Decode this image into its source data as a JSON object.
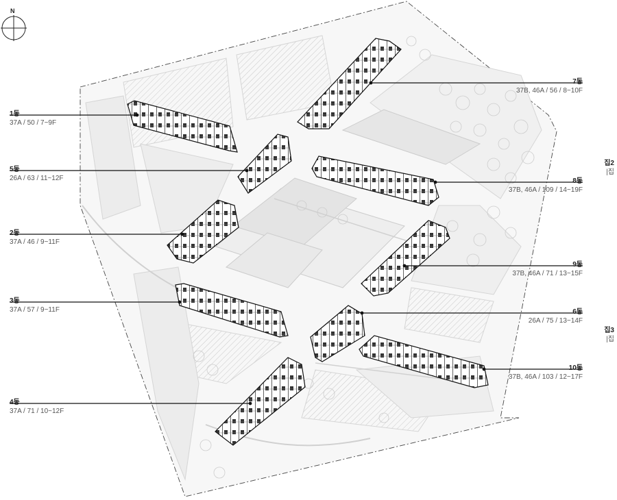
{
  "north": "N",
  "buildings": [
    {
      "id": "b1",
      "name": "1동",
      "info": "37A / 50 / 7~9F"
    },
    {
      "id": "b5",
      "name": "5동",
      "info": "26A / 63 / 11~12F"
    },
    {
      "id": "b2",
      "name": "2동",
      "info": "37A / 46 / 9~11F"
    },
    {
      "id": "b3",
      "name": "3동",
      "info": "37A / 57 / 9~11F"
    },
    {
      "id": "b4",
      "name": "4동",
      "info": "37A / 71 / 10~12F"
    },
    {
      "id": "b7",
      "name": "7동",
      "info": "37B, 46A / 56 / 8~10F"
    },
    {
      "id": "b8",
      "name": "8동",
      "info": "37B, 46A / 109 / 14~19F"
    },
    {
      "id": "b9",
      "name": "9동",
      "info": "37B, 46A / 71 / 13~15F"
    },
    {
      "id": "b6",
      "name": "6동",
      "info": "26A / 75 / 13~14F"
    },
    {
      "id": "b10",
      "name": "10동",
      "info": "37B, 46A / 103 / 12~17F"
    }
  ],
  "side_labels": [
    {
      "title": "집2",
      "sub": "|집"
    },
    {
      "title": "집3",
      "sub": "|집"
    }
  ]
}
